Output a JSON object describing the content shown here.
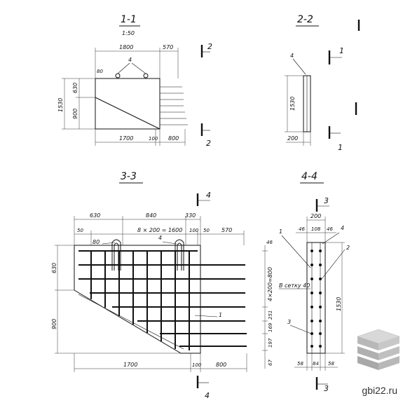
{
  "sections": {
    "s11": {
      "title": "1-1",
      "scale": "1:50",
      "cut": "2"
    },
    "s22": {
      "title": "2-2",
      "cut": "1"
    },
    "s33": {
      "title": "3-3",
      "cut": "4"
    },
    "s44": {
      "title": "4-4",
      "cut": "3"
    }
  },
  "dims_11": {
    "d1800": "1800",
    "d570": "570",
    "d80": "80",
    "d630": "630",
    "d1530": "1530",
    "d900": "900",
    "d1700": "1700",
    "d100": "100",
    "d800": "800",
    "mark4": "4"
  },
  "dims_22": {
    "mark4": "4",
    "d1530": "1530",
    "d200": "200"
  },
  "dims_33": {
    "d630": "630",
    "d840": "840",
    "d330": "330",
    "d50a": "50",
    "spacing": "8 × 200 = 1600",
    "d100": "100",
    "d50b": "50",
    "d570": "570",
    "d80": "80",
    "mark4": "4",
    "mark1": "1",
    "h630": "630",
    "h900": "900",
    "d1700": "1700",
    "d100b": "100",
    "d800": "800",
    "r46": "46",
    "r800": "4×200=800",
    "r251": "251",
    "r169": "169",
    "r197": "197",
    "r67": "67"
  },
  "dims_44": {
    "d200": "200",
    "d46a": "46",
    "d108": "108",
    "d46b": "46",
    "mark1": "1",
    "mark4": "4",
    "mark2": "2",
    "note": "В сетку 40",
    "d1530": "1530",
    "mark3": "3",
    "d58a": "58",
    "d84": "84",
    "d58b": "58"
  },
  "site": "gbi22.ru"
}
